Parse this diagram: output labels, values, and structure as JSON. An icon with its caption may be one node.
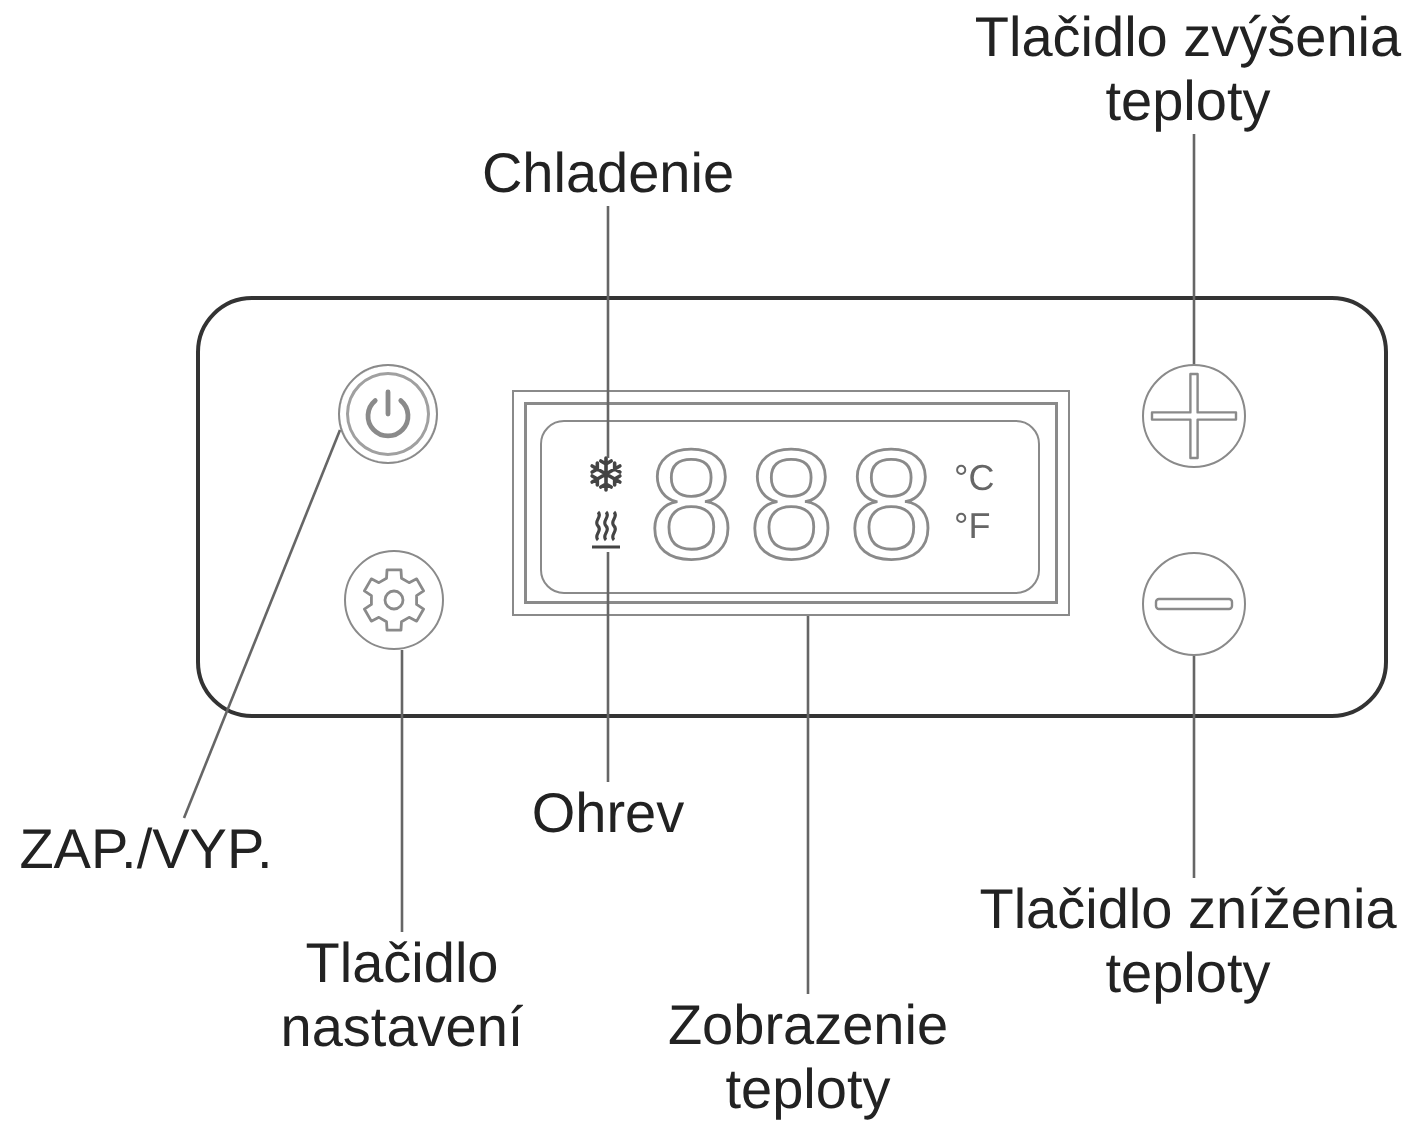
{
  "diagram": {
    "nodes": [
      {
        "text": [
          "Tlačidlo zvýšenia teploty"
        ]
      },
      {
        "text": [
          "Chladenie"
        ]
      },
      {
        "text": [],
        "shape": "circle"
      },
      {
        "text": [
          "888",
          "°C",
          "°F"
        ]
      },
      {
        "text": [],
        "shape": "picture",
        "in": 3
      },
      {
        "text": [],
        "shape": "picture",
        "in": 3
      },
      {
        "text": [],
        "shape": "circle"
      },
      {
        "text": [],
        "shape": "circle"
      },
      {
        "text": [],
        "shape": "circle"
      },
      {
        "text": [
          "ZAP./VYP."
        ]
      },
      {
        "text": [
          "Ohrev"
        ]
      },
      {
        "text": [
          "Tlačidlo zníženia teploty"
        ]
      },
      {
        "text": [
          "Tlačidlo nastavení"
        ]
      },
      {
        "text": [
          "Zobrazenie teploty"
        ]
      }
    ],
    "edges": [
      {
        "from": 0,
        "to": 6,
        "arrow": "none"
      },
      {
        "from": 1,
        "to": 4,
        "arrow": "none"
      },
      {
        "from": 9,
        "to": 2,
        "arrow": "none"
      },
      {
        "from": 10,
        "to": 5,
        "arrow": "none"
      },
      {
        "from": 11,
        "to": 8,
        "arrow": "none"
      },
      {
        "from": 12,
        "to": 7,
        "arrow": "none"
      },
      {
        "from": 13,
        "to": 3,
        "arrow": "none"
      }
    ]
  }
}
